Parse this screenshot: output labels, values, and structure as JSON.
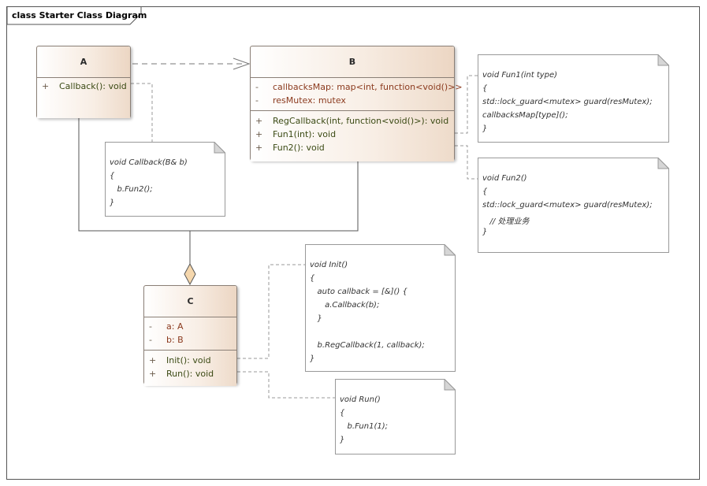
{
  "diagram": {
    "frame_title": "class Starter Class Diagram"
  },
  "classes": {
    "A": {
      "name": "A",
      "attributes": [],
      "operations": [
        {
          "visibility": "+",
          "text": "Callback(): void"
        }
      ]
    },
    "B": {
      "name": "B",
      "attributes": [
        {
          "visibility": "-",
          "text": "callbacksMap: map<int, function<void()>>"
        },
        {
          "visibility": "-",
          "text": "resMutex: mutex"
        }
      ],
      "operations": [
        {
          "visibility": "+",
          "text": "RegCallback(int, function<void()>): void"
        },
        {
          "visibility": "+",
          "text": "Fun1(int): void"
        },
        {
          "visibility": "+",
          "text": "Fun2(): void"
        }
      ]
    },
    "C": {
      "name": "C",
      "attributes": [
        {
          "visibility": "-",
          "text": "a: A"
        },
        {
          "visibility": "-",
          "text": "b: B"
        }
      ],
      "operations": [
        {
          "visibility": "+",
          "text": "Init(): void"
        },
        {
          "visibility": "+",
          "text": "Run(): void"
        }
      ]
    }
  },
  "notes": {
    "callback": [
      "void Callback(B& b)",
      "{",
      "   b.Fun2();",
      "}"
    ],
    "fun1": [
      "void Fun1(int type)",
      "{",
      "std::lock_guard<mutex> guard(resMutex);",
      "callbacksMap[type]();",
      "}"
    ],
    "fun2": [
      "void Fun2()",
      "{",
      "std::lock_guard<mutex> guard(resMutex);",
      "   // 处理业务",
      "}"
    ],
    "init": [
      "void Init()",
      "{",
      "   auto callback = [&]() {",
      "      a.Callback(b);",
      "   }",
      "",
      "   b.RegCallback(1, callback);",
      "}"
    ],
    "run": [
      "void Run()",
      "{",
      "   b.Fun1(1);",
      "}"
    ]
  },
  "colors": {
    "frame_border": "#555555",
    "class_border": "#8a7f76",
    "class_fill_light": "#ffffff",
    "class_fill_dark": "#ecd6c3",
    "attribute_text": "#8b3a1e",
    "operation_text": "#3b4a14",
    "note_border": "#999999",
    "aggregation_fill": "#f5d7ad"
  }
}
